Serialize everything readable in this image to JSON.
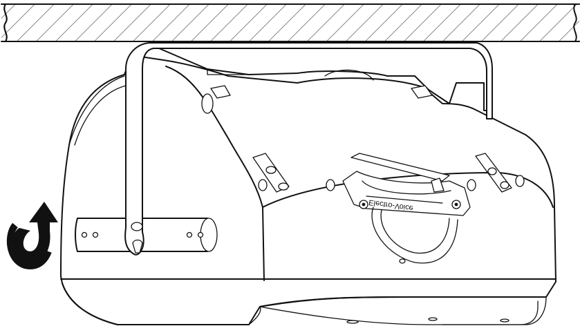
{
  "diagram": {
    "brand_label": "Electro-Voice",
    "colors": {
      "line": "#111111",
      "background": "#ffffff",
      "hatch": "#111111"
    },
    "icons": [
      "ceiling-hatch",
      "rotate-arrow-icon",
      "mounting-bracket",
      "screw-icon"
    ]
  }
}
